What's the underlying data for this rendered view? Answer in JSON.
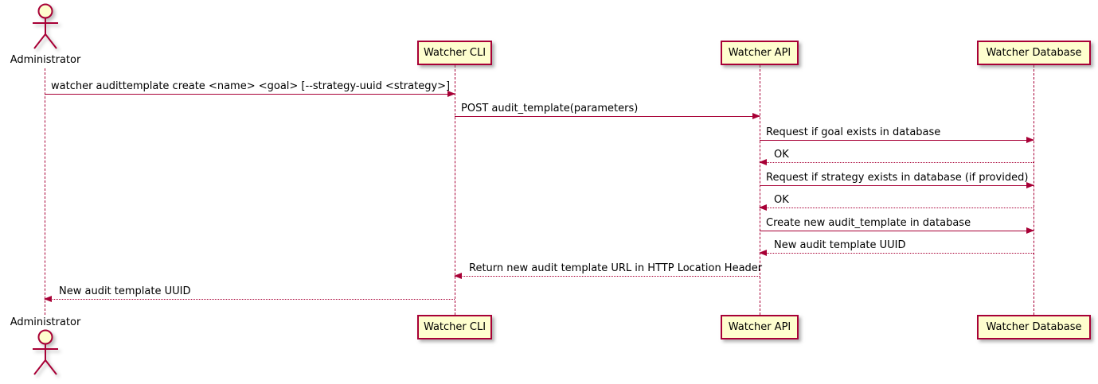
{
  "diagram": {
    "type": "sequence",
    "colors": {
      "accent": "#A80036",
      "participant_fill": "#FEFECE",
      "text": "#000000",
      "background": "#FFFFFF"
    },
    "actor": {
      "name": "Administrator"
    },
    "participants": [
      {
        "name": "Watcher CLI"
      },
      {
        "name": "Watcher API"
      },
      {
        "name": "Watcher Database"
      }
    ],
    "messages": [
      {
        "from": "Administrator",
        "to": "Watcher CLI",
        "style": "solid",
        "text": "watcher audittemplate create <name> <goal> [--strategy-uuid <strategy>]"
      },
      {
        "from": "Watcher CLI",
        "to": "Watcher API",
        "style": "solid",
        "text": "POST audit_template(parameters)"
      },
      {
        "from": "Watcher API",
        "to": "Watcher Database",
        "style": "solid",
        "text": "Request if goal exists in database"
      },
      {
        "from": "Watcher Database",
        "to": "Watcher API",
        "style": "dotted",
        "text": "OK"
      },
      {
        "from": "Watcher API",
        "to": "Watcher Database",
        "style": "solid",
        "text": "Request if strategy exists in database (if provided)"
      },
      {
        "from": "Watcher Database",
        "to": "Watcher API",
        "style": "dotted",
        "text": "OK"
      },
      {
        "from": "Watcher API",
        "to": "Watcher Database",
        "style": "solid",
        "text": "Create new audit_template in database"
      },
      {
        "from": "Watcher Database",
        "to": "Watcher API",
        "style": "dotted",
        "text": "New audit template UUID"
      },
      {
        "from": "Watcher API",
        "to": "Watcher CLI",
        "style": "dotted",
        "text": "Return new audit template URL in HTTP Location Header"
      },
      {
        "from": "Watcher CLI",
        "to": "Administrator",
        "style": "dotted",
        "text": "New audit template UUID"
      }
    ]
  }
}
